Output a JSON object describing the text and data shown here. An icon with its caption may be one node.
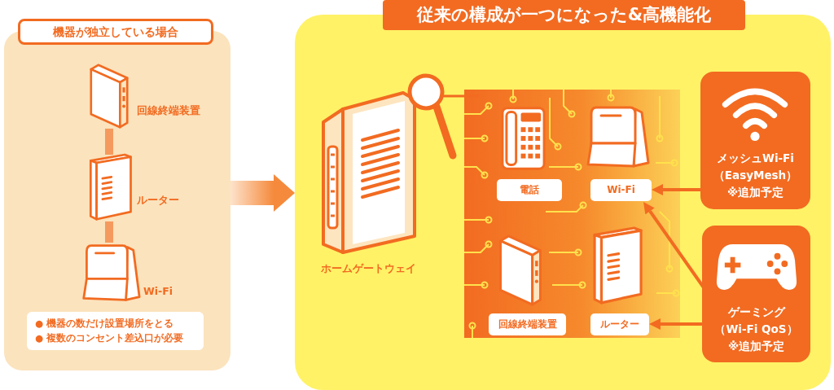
{
  "diagram": {
    "title": "従来の構成が一つになった&高機能化",
    "nodes": [
      {
        "text": [
          "機器が独立している場合"
        ]
      },
      {
        "text": [],
        "shape": "box",
        "in": 0,
        "beside": [
          "回線終端装置"
        ]
      },
      {
        "text": [],
        "shape": "picture",
        "in": 0,
        "beside": [
          "ルーター"
        ]
      },
      {
        "text": [],
        "shape": "picture",
        "in": 0,
        "beside": [
          "Wi-Fi"
        ]
      },
      {
        "text": [
          "● 機器の数だけ設置場所をとる",
          "● 複数のコンセント差込口が必要"
        ],
        "in": 0
      },
      {
        "text": [],
        "shape": "box"
      },
      {
        "text": [],
        "shape": "picture",
        "in": 5,
        "beside": [
          "ホームゲートウェイ"
        ]
      },
      {
        "text": [],
        "shape": "box",
        "in": 5
      },
      {
        "text": [
          "電話"
        ],
        "in": 7
      },
      {
        "text": [
          "Wi-Fi"
        ],
        "in": 7
      },
      {
        "text": [
          "回線終端装置"
        ],
        "in": 7
      },
      {
        "text": [
          "ルーター"
        ],
        "in": 7
      },
      {
        "text": [
          "メッシュWi-Fi",
          "（EasyMesh）",
          "※追加予定"
        ],
        "in": 5
      },
      {
        "text": [
          "ゲーミング",
          "（Wi-Fi QoS）",
          "※追加予定"
        ],
        "in": 5
      }
    ],
    "edges": [
      {
        "from": 1,
        "to": 2,
        "arrow": "none",
        "style": "thick",
        "color": "#f59a5e"
      },
      {
        "from": 2,
        "to": 3,
        "arrow": "none",
        "style": "thick",
        "color": "#f59a5e"
      },
      {
        "from": 0,
        "to": 5,
        "arrow": "to",
        "style": "thick",
        "color": "#f58a3c"
      },
      {
        "from": 12,
        "to": 9,
        "arrow": "to"
      },
      {
        "from": 13,
        "to": 9,
        "arrow": "to"
      },
      {
        "from": 13,
        "to": 11,
        "arrow": "to"
      }
    ]
  }
}
